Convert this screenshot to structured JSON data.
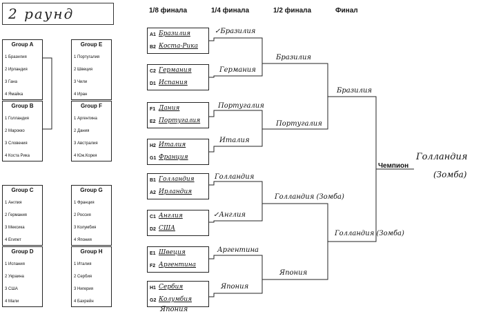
{
  "title": "2 раунд",
  "groups": [
    {
      "name": "Group A",
      "teams": [
        "Бразилия",
        "Ирландия",
        "Гана",
        "Ямайка"
      ]
    },
    {
      "name": "Group B",
      "teams": [
        "Голландия",
        "Марокко",
        "Словения",
        "Коста Рика"
      ]
    },
    {
      "name": "Group C",
      "teams": [
        "Англия",
        "Германия",
        "Мексика",
        "Египет"
      ]
    },
    {
      "name": "Group D",
      "teams": [
        "Испания",
        "Украина",
        "США",
        "Мали"
      ]
    },
    {
      "name": "Group E",
      "teams": [
        "Португалия",
        "Швеция",
        "Чили",
        "Иран"
      ]
    },
    {
      "name": "Group F",
      "teams": [
        "Аргентина",
        "Дания",
        "Австралия",
        "Юж.Корея"
      ]
    },
    {
      "name": "Group G",
      "teams": [
        "Франция",
        "Россия",
        "Колумбия",
        "Япония"
      ]
    },
    {
      "name": "Group H",
      "teams": [
        "Италия",
        "Сербия",
        "Нигерия",
        "Бахрейн"
      ]
    }
  ],
  "rounds": {
    "r16": "1/8 финала",
    "qf": "1/4 финала",
    "sf": "1/2 финала",
    "final": "Финал"
  },
  "matches": [
    {
      "a": {
        "code": "A1",
        "team": "Бразилия"
      },
      "b": {
        "code": "B2",
        "team": "Коста-Рика"
      }
    },
    {
      "a": {
        "code": "C2",
        "team": "Германия"
      },
      "b": {
        "code": "D1",
        "team": "Испания"
      }
    },
    {
      "a": {
        "code": "F1",
        "team": "Дания"
      },
      "b": {
        "code": "E2",
        "team": "Португалия"
      }
    },
    {
      "a": {
        "code": "H2",
        "team": "Италия"
      },
      "b": {
        "code": "G1",
        "team": "Франция"
      }
    },
    {
      "a": {
        "code": "B1",
        "team": "Голландия"
      },
      "b": {
        "code": "A2",
        "team": "Ирландия"
      }
    },
    {
      "a": {
        "code": "C1",
        "team": "Англия"
      },
      "b": {
        "code": "D2",
        "team": "США"
      }
    },
    {
      "a": {
        "code": "E1",
        "team": "Швеция"
      },
      "b": {
        "code": "F2",
        "team": "Аргентина"
      }
    },
    {
      "a": {
        "code": "H1",
        "team": "Сербия"
      },
      "b": {
        "code": "G2",
        "team": "Колумбия"
      }
    }
  ],
  "under_note": "Япония",
  "qf_winners": [
    "✓Бразилия",
    "Германия",
    "Португалия",
    "Италия",
    "Голландия",
    "✓Англия",
    "Аргентина",
    "Япония"
  ],
  "sf_winners": [
    "Бразилия",
    "Португалия",
    "Голландия (Зомба)",
    "Япония"
  ],
  "final_winners": [
    "Бразилия",
    "Голландия (Зомба)"
  ],
  "champion_label": "Чемпион",
  "champion": [
    "Голландия",
    "(Зомба)"
  ]
}
